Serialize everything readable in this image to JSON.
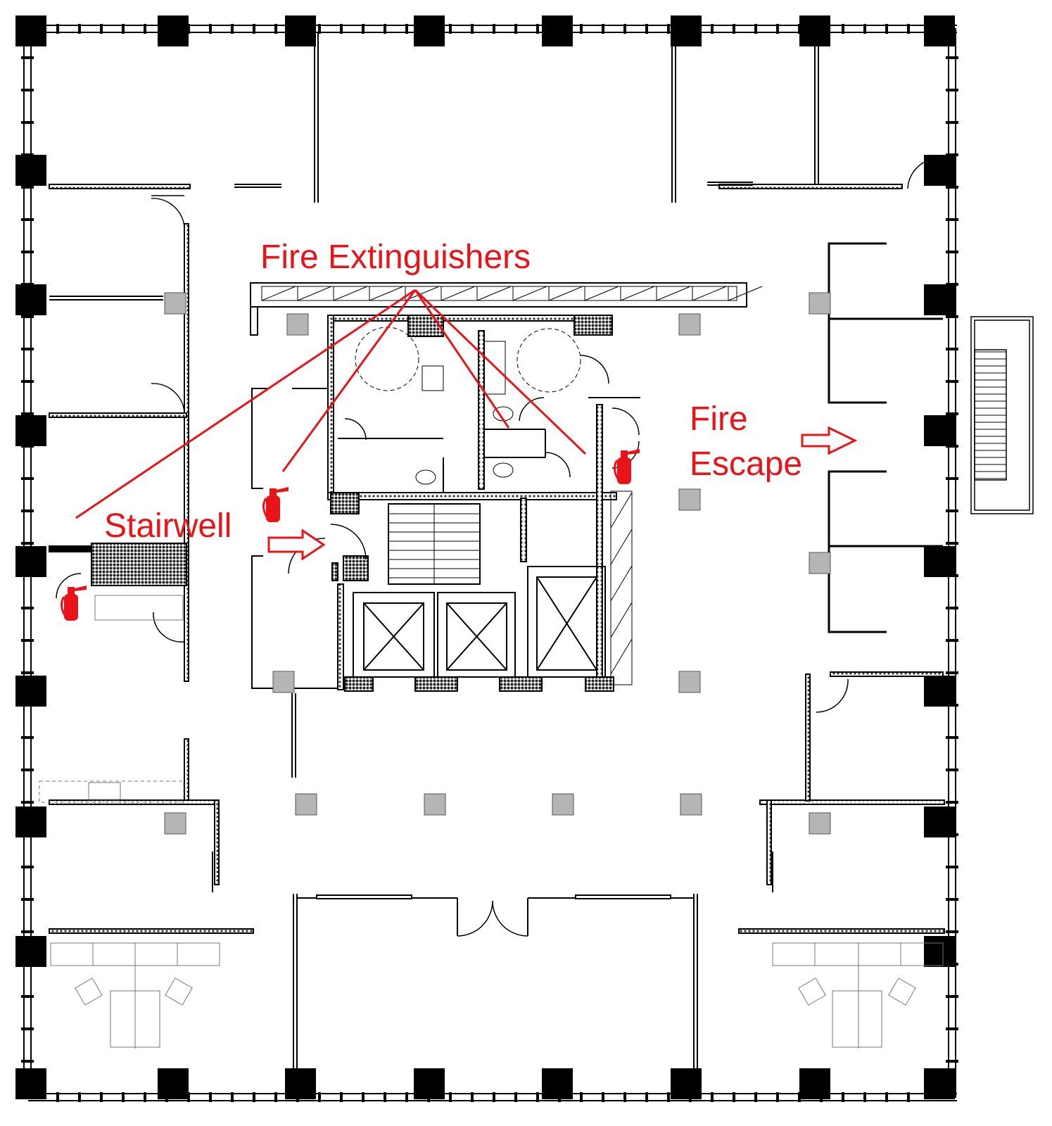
{
  "labels": {
    "fire_extinguishers": "Fire Extinguishers",
    "stairwell": "Stairwell",
    "fire_escape_line1": "Fire",
    "fire_escape_line2": "Escape"
  },
  "colors": {
    "annotation": "#e8141a",
    "wall": "#000000",
    "column": "#000000",
    "pillar": "#b5b5b5",
    "hatch": "#444444",
    "background": "#ffffff"
  },
  "icons": {
    "extinguisher": "fire-extinguisher-icon",
    "arrow": "outline-arrow-right-icon",
    "elevator": "elevator-shaft-icon",
    "stairs": "stairs-icon"
  },
  "markers": {
    "extinguisher_count": 3,
    "elevator_count": 3
  }
}
